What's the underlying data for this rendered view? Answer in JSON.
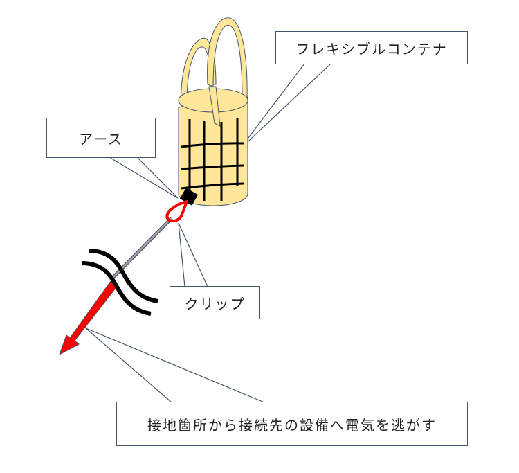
{
  "labels": {
    "container": "フレキシブルコンテナ",
    "earth": "アース",
    "clip": "クリップ",
    "description": "接地箇所から接続先の設備へ電気を逃がす"
  },
  "colors": {
    "bag_fill": "#ffe699",
    "bag_stroke": "#44546a",
    "clip_red": "#ff0000",
    "rod_gray": "#a6a6a6",
    "callout_border": "#44546a"
  }
}
